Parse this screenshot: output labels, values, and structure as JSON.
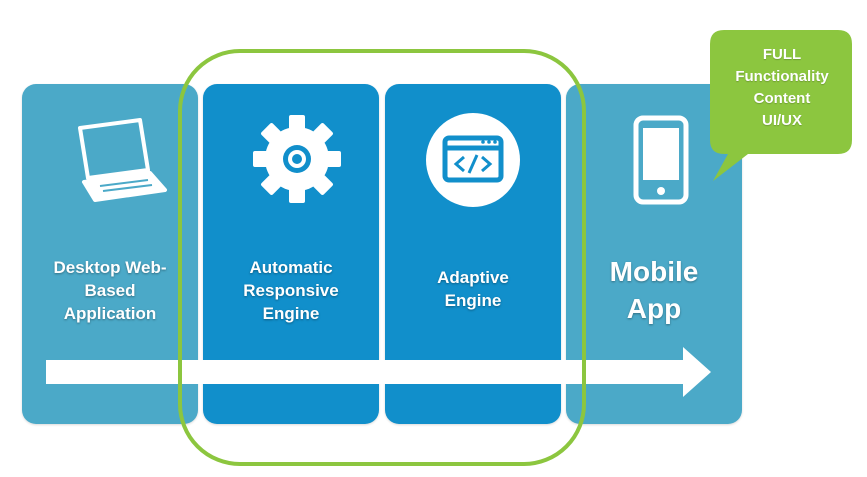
{
  "panels": {
    "desktop": {
      "lines": [
        "Desktop Web-",
        "Based",
        "Application"
      ],
      "icon": "laptop-icon",
      "color": "#4BA9C8"
    },
    "automatic": {
      "lines": [
        "Automatic",
        "Responsive",
        "Engine"
      ],
      "icon": "gear-icon",
      "color": "#118FCB"
    },
    "adaptive": {
      "lines": [
        "Adaptive",
        "Engine"
      ],
      "icon": "code-window-icon",
      "color": "#118FCB"
    },
    "mobile": {
      "lines": [
        "Mobile",
        "App"
      ],
      "icon": "smartphone-icon",
      "color": "#4BA9C8"
    }
  },
  "callout": {
    "lines": [
      "FULL",
      "Functionality",
      "Content",
      "UI/UX"
    ],
    "color": "#8CC63F"
  },
  "highlight_frame_color": "#8CC63F",
  "arrow_color": "#ffffff"
}
